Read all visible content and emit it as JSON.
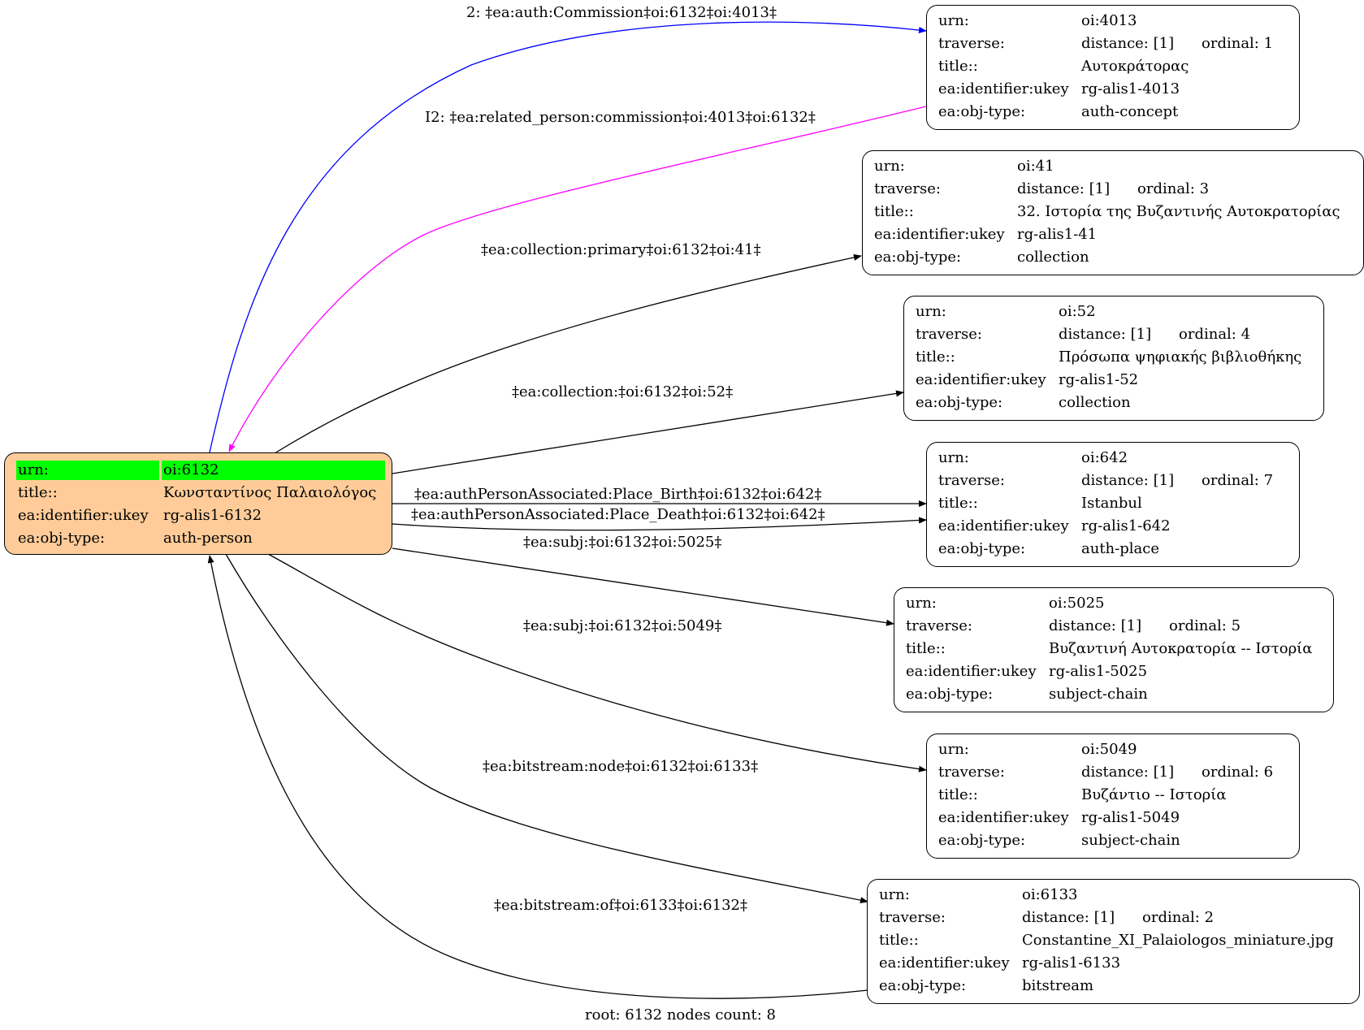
{
  "root_node": {
    "urn": {
      "key": "urn:",
      "value": "oi:6132"
    },
    "title": {
      "key": "title::",
      "value": "Κωνσταντίνος Παλαιολόγος"
    },
    "ukey": {
      "key": "ea:identifier:ukey",
      "value": "rg-alis1-6132"
    },
    "objtype": {
      "key": "ea:obj-type:",
      "value": "auth-person"
    },
    "fill_color": "#ffcc99",
    "highlight_color": "#00ff00"
  },
  "nodes": [
    {
      "urn": "oi:4013",
      "distance": "distance: [1]",
      "ordinal": "ordinal: 1",
      "title": "Αυτοκράτορας",
      "ukey": "rg-alis1-4013",
      "objtype": "auth-concept"
    },
    {
      "urn": "oi:41",
      "distance": "distance: [1]",
      "ordinal": "ordinal: 3",
      "title": "32. Ιστορία της Βυζαντινής Αυτοκρατορίας",
      "ukey": "rg-alis1-41",
      "objtype": "collection"
    },
    {
      "urn": "oi:52",
      "distance": "distance: [1]",
      "ordinal": "ordinal: 4",
      "title": "Πρόσωπα ψηφιακής βιβλιοθήκης",
      "ukey": "rg-alis1-52",
      "objtype": "collection"
    },
    {
      "urn": "oi:642",
      "distance": "distance: [1]",
      "ordinal": "ordinal: 7",
      "title": "Istanbul",
      "ukey": "rg-alis1-642",
      "objtype": "auth-place"
    },
    {
      "urn": "oi:5025",
      "distance": "distance: [1]",
      "ordinal": "ordinal: 5",
      "title": "Βυζαντινή Αυτοκρατορία -- Ιστορία",
      "ukey": "rg-alis1-5025",
      "objtype": "subject-chain"
    },
    {
      "urn": "oi:5049",
      "distance": "distance: [1]",
      "ordinal": "ordinal: 6",
      "title": "Βυζάντιο -- Ιστορία",
      "ukey": "rg-alis1-5049",
      "objtype": "subject-chain"
    },
    {
      "urn": "oi:6133",
      "distance": "distance: [1]",
      "ordinal": "ordinal: 2",
      "title": "Constantine_XI_Palaiologos_miniature.jpg",
      "ukey": "rg-alis1-6133",
      "objtype": "bitstream"
    }
  ],
  "row_keys": {
    "urn": "urn:",
    "traverse": "traverse:",
    "title": "title::",
    "ukey": "ea:identifier:ukey",
    "objtype": "ea:obj-type:"
  },
  "edges": [
    {
      "label": "2: ‡ea:auth:Commission‡oi:6132‡oi:4013‡",
      "color": "#0000ff"
    },
    {
      "label": "I2: ‡ea:related_person:commission‡oi:4013‡oi:6132‡",
      "color": "#ff00ff"
    },
    {
      "label": "‡ea:collection:primary‡oi:6132‡oi:41‡",
      "color": "#000000"
    },
    {
      "label": "‡ea:collection:‡oi:6132‡oi:52‡",
      "color": "#000000"
    },
    {
      "label": "‡ea:authPersonAssociated:Place_Birth‡oi:6132‡oi:642‡",
      "color": "#000000"
    },
    {
      "label": "‡ea:authPersonAssociated:Place_Death‡oi:6132‡oi:642‡",
      "color": "#000000"
    },
    {
      "label": "‡ea:subj:‡oi:6132‡oi:5025‡",
      "color": "#000000"
    },
    {
      "label": "‡ea:subj:‡oi:6132‡oi:5049‡",
      "color": "#000000"
    },
    {
      "label": "‡ea:bitstream:node‡oi:6132‡oi:6133‡",
      "color": "#000000"
    },
    {
      "label": "‡ea:bitstream:of‡oi:6133‡oi:6132‡",
      "color": "#000000"
    }
  ],
  "footer": "root: 6132 nodes count: 8"
}
